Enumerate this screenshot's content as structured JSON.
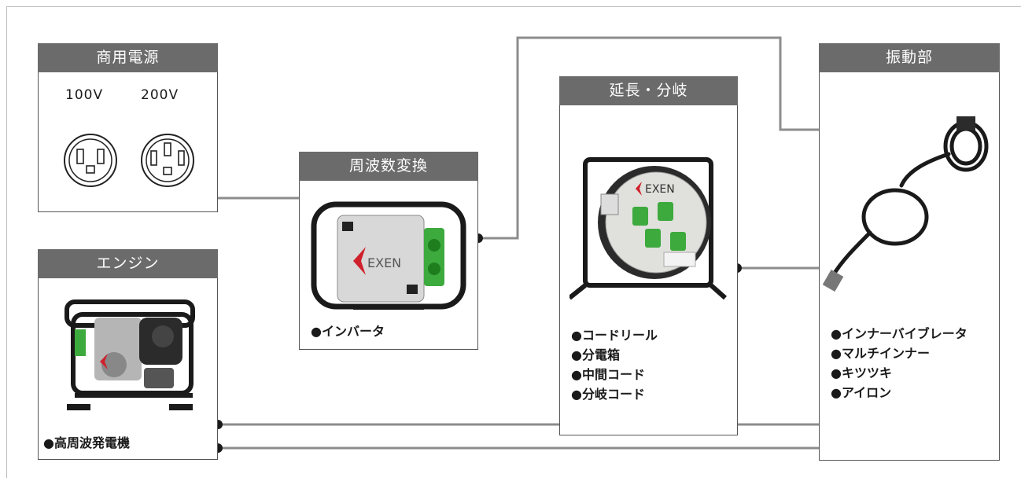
{
  "boxes": {
    "grid_power": {
      "title": "商用電源",
      "v100": "100V",
      "v200": "200V"
    },
    "frequency_conversion": {
      "title": "周波数変換",
      "items": [
        "インバータ"
      ],
      "logo": "EXEN"
    },
    "extension_branch": {
      "title": "延長・分岐",
      "items": [
        "コードリール",
        "分電箱",
        "中間コード",
        "分岐コード"
      ],
      "logo": "EXEN"
    },
    "vibration_unit": {
      "title": "振動部",
      "items": [
        "インナーバイブレータ",
        "マルチインナー",
        "キツツキ",
        "アイロン"
      ]
    },
    "engine": {
      "title": "エンジン",
      "items": [
        "高周波発電機"
      ]
    }
  },
  "colors": {
    "header_bg": "#6b6b6b",
    "connector": "#8c8c8c",
    "dot": "#1a1a1a",
    "exen_red": "#d0202c",
    "green_outlet": "#3daa3d"
  },
  "icons": {
    "outlet_100v": "outlet-3prong-icon",
    "outlet_200v": "outlet-4prong-icon",
    "arrow": "arrow-left-icon"
  }
}
